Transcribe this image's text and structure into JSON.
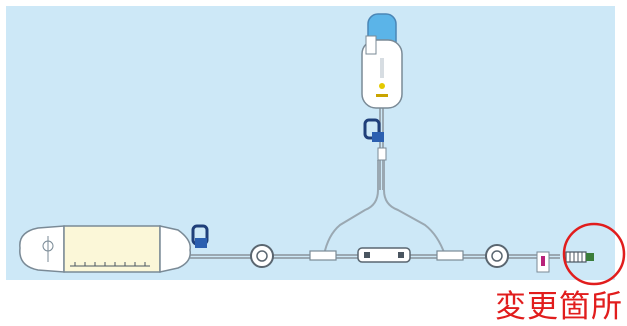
{
  "caption": {
    "text": "変更箇所",
    "color": "#e11d1d"
  },
  "colors": {
    "background": "#cde8f7",
    "tube": "#9aa8b2",
    "device_body": "#ffffff",
    "device_outline": "#7a8a96",
    "reservoir_fill": "#fbf7d8",
    "cap_blue": "#2b5fb0",
    "connector_green": "#3a7d3a",
    "label_pink": "#b8227a",
    "highlight_circle": "#e11d1d"
  },
  "components": [
    {
      "name": "infusion-reservoir"
    },
    {
      "name": "blue-clamp-left"
    },
    {
      "name": "filter-disc"
    },
    {
      "name": "y-connector"
    },
    {
      "name": "flow-controller"
    },
    {
      "name": "upper-infusion-device"
    },
    {
      "name": "blue-clamp-upper"
    },
    {
      "name": "luer-connector"
    },
    {
      "name": "patient-label"
    }
  ]
}
